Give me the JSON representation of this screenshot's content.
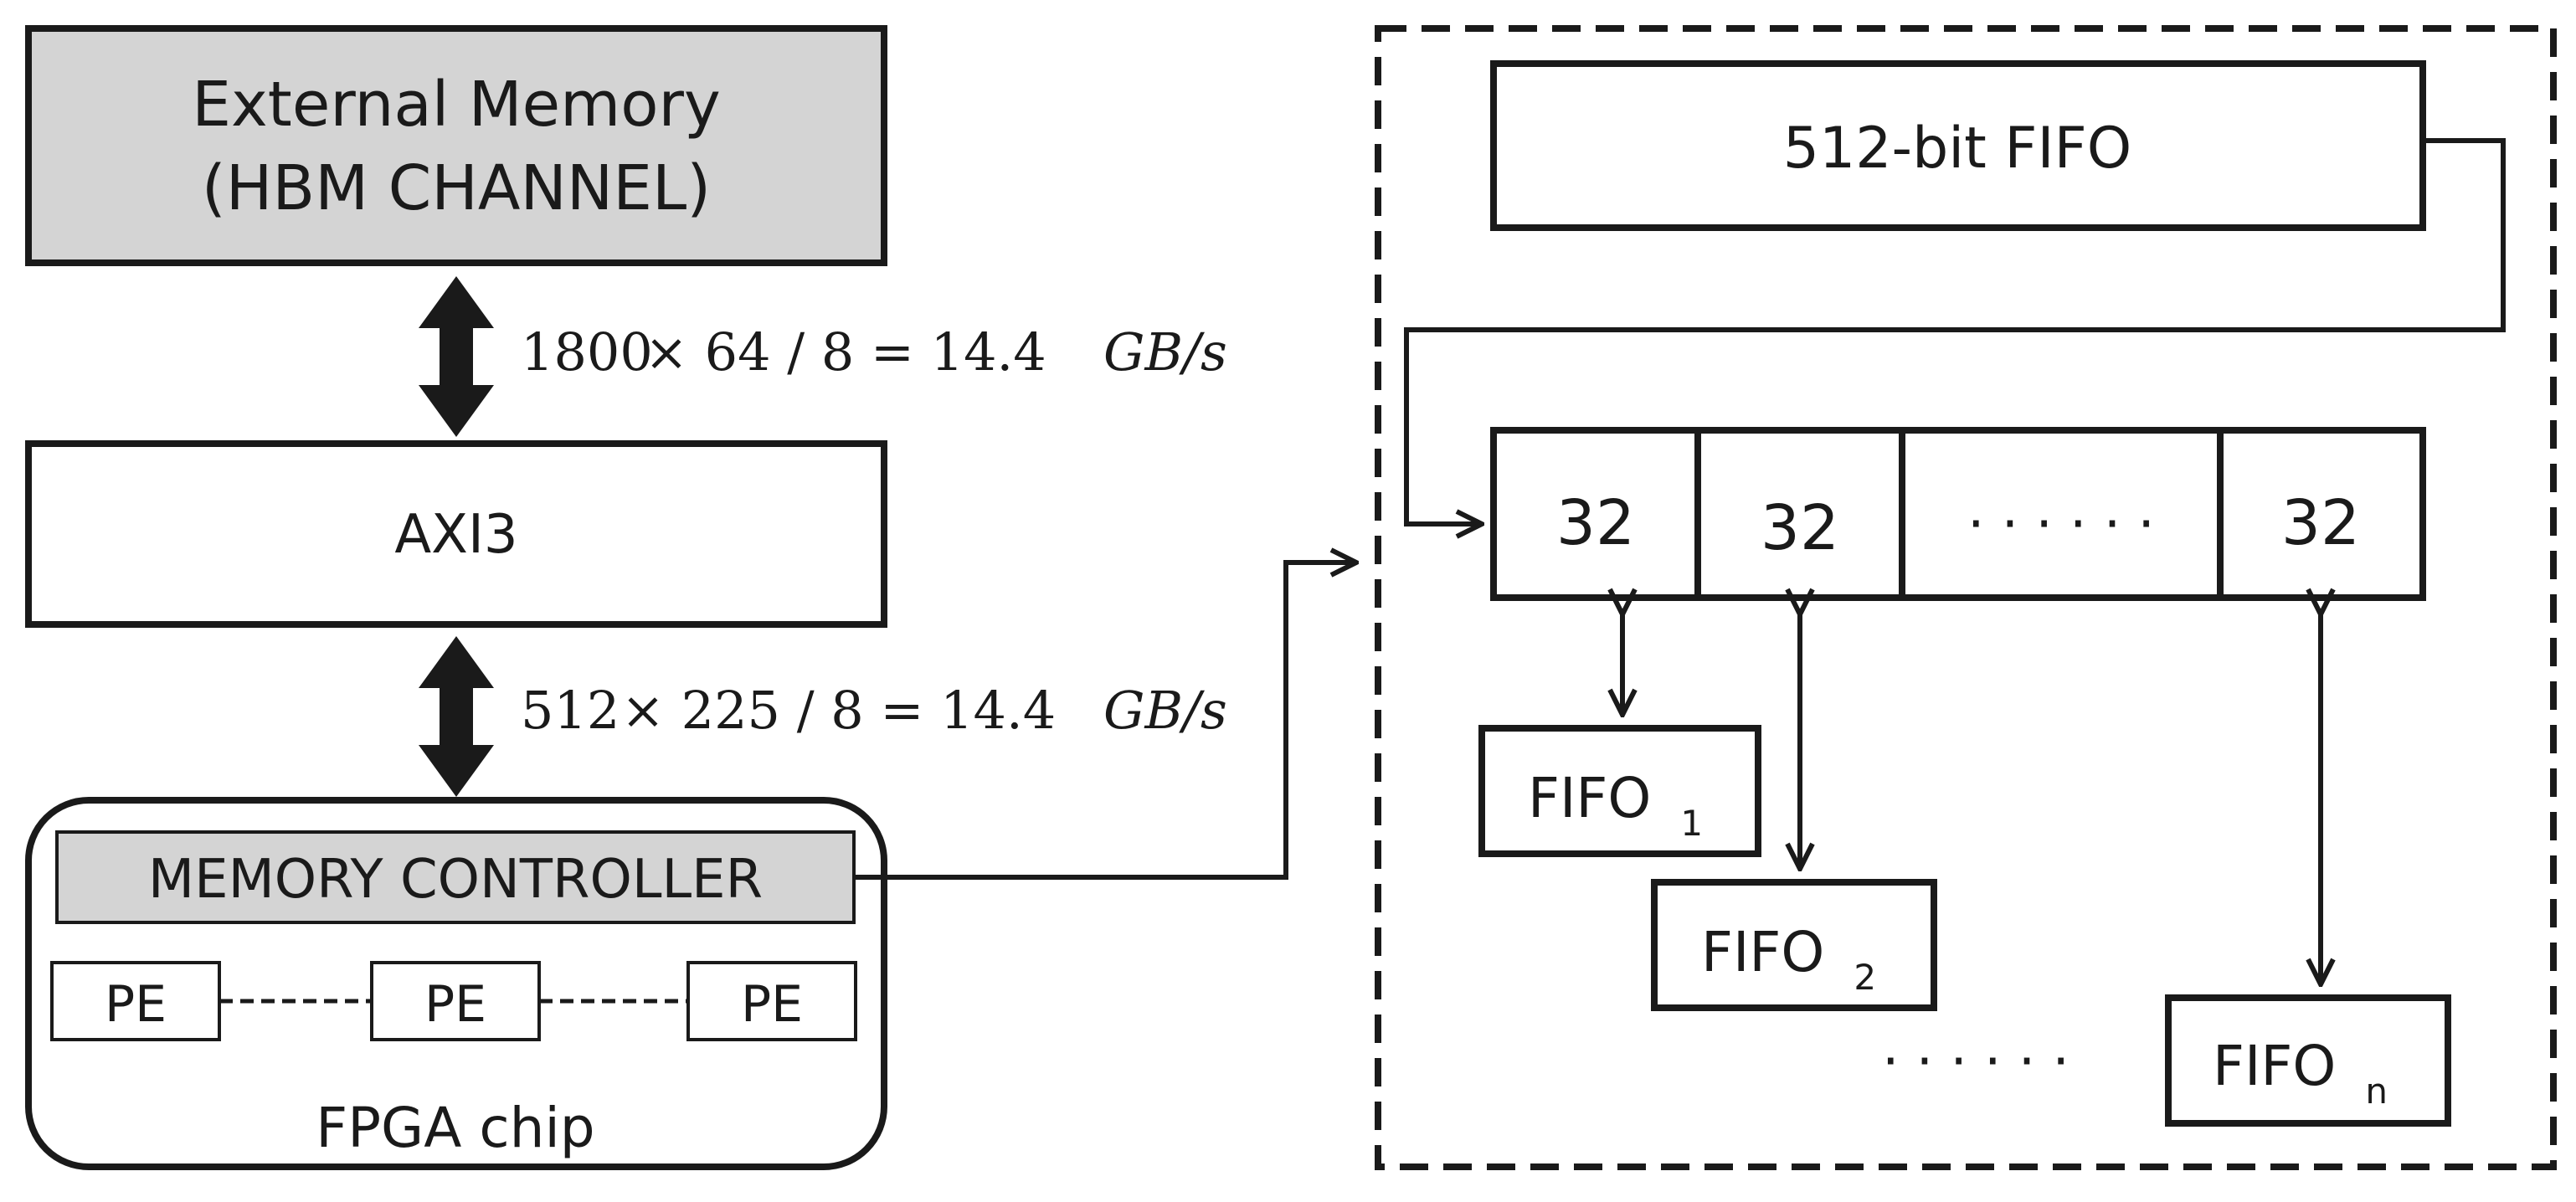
{
  "external_memory": {
    "line1": "External Memory",
    "line2": "(HBM CHANNEL)"
  },
  "link_top": {
    "left": "1800",
    "op": "× 64 / 8 = 14.4",
    "unit": "GB/s"
  },
  "axi": {
    "label": "AXI3"
  },
  "link_bottom": {
    "left": "512",
    "op": "× 225 / 8 = 14.4",
    "unit": "GB/s"
  },
  "fpga": {
    "controller": "MEMORY CONTROLLER",
    "pe": [
      "PE",
      "PE",
      "PE"
    ],
    "label": "FPGA chip"
  },
  "detail": {
    "fifo512": "512-bit FIFO",
    "slots": [
      "32",
      "32",
      "· · · · · ·",
      "32"
    ],
    "fifos": [
      {
        "name": "FIFO",
        "sub": "1"
      },
      {
        "name": "FIFO",
        "sub": "2"
      },
      {
        "name": "FIFO",
        "sub": "n"
      }
    ],
    "ellipsis": "· · · · · ·"
  },
  "colors": {
    "stroke": "#1a1a1a",
    "gray_fill": "#d4d4d4",
    "background": "#ffffff"
  }
}
